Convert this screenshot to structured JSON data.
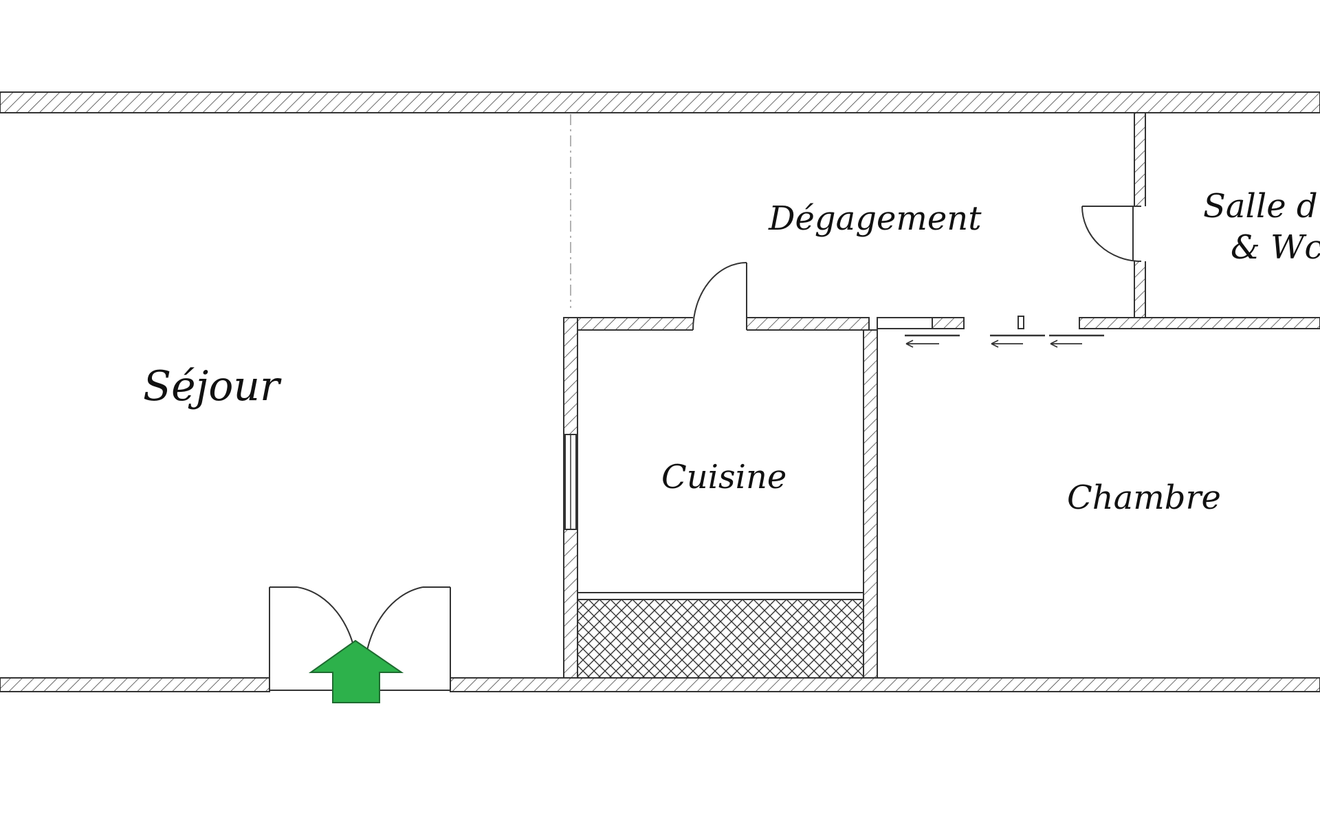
{
  "rooms": {
    "sejour": "Séjour",
    "degagement": "Dégagement",
    "cuisine": "Cuisine",
    "chambre": "Chambre",
    "salle_line1": "Salle d'eau",
    "salle_line2": "& Wc"
  },
  "entrance_arrow": {
    "icon": "up-arrow-icon",
    "color": "#2db14b"
  },
  "wall_color": "#333333"
}
